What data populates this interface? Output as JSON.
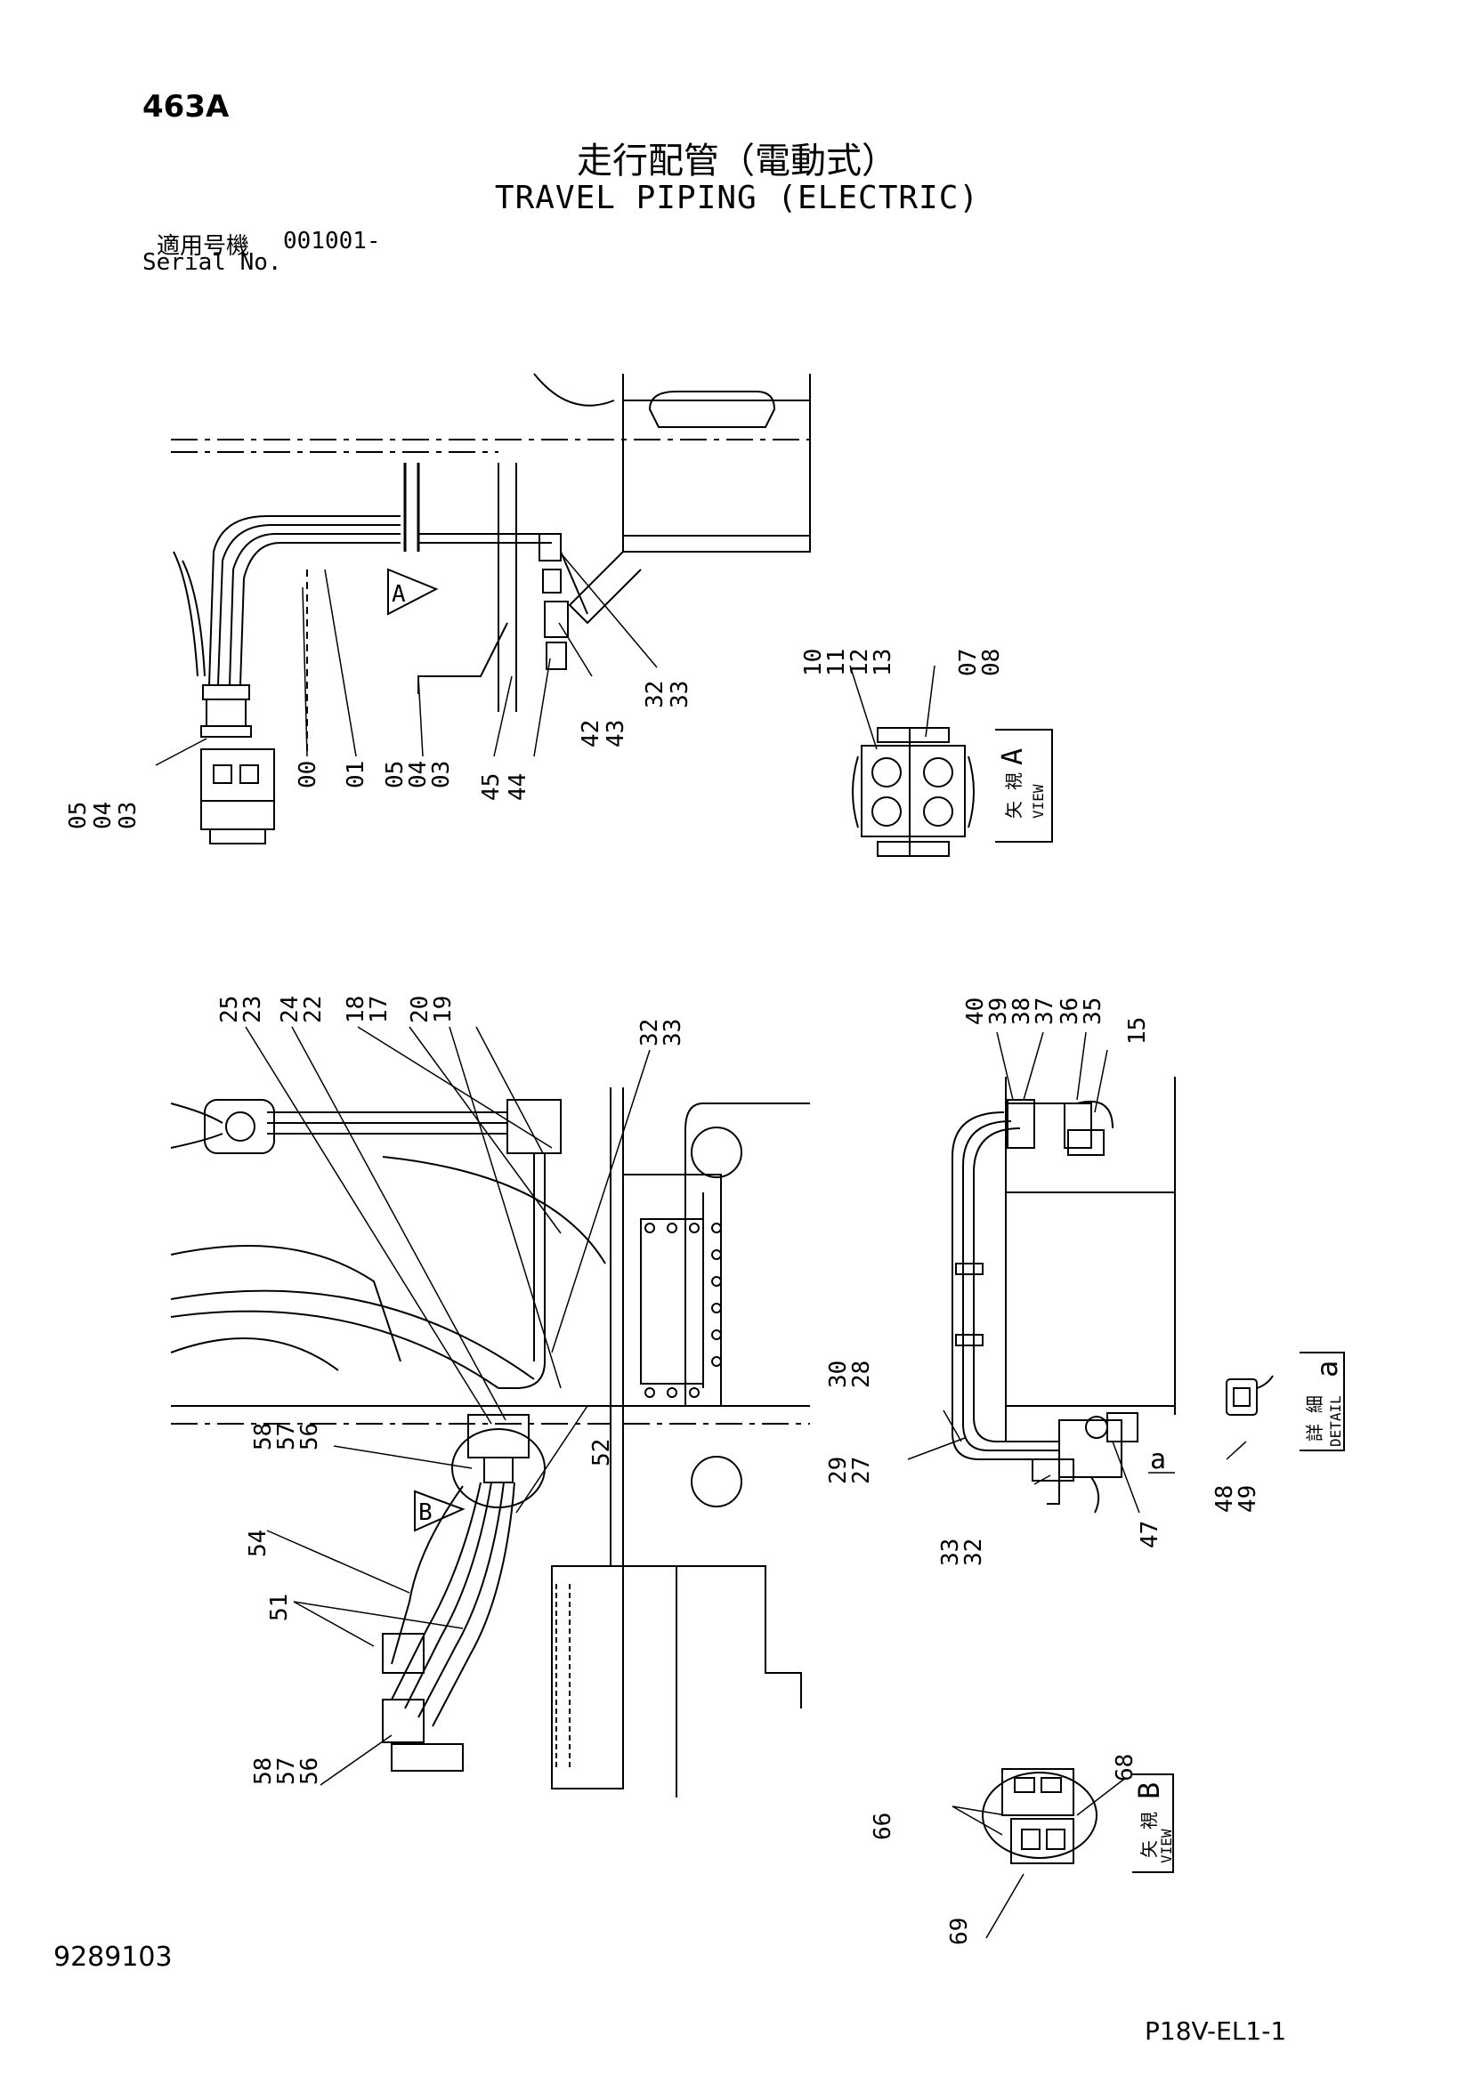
{
  "header": {
    "page_no": "463A",
    "title_jp": "走行配管（電動式）",
    "title_en": "TRAVEL PIPING (ELECTRIC)",
    "serial_label_jp": "適用号機",
    "serial_value": "001001-",
    "serial_label_en": "Serial No."
  },
  "footer": {
    "drawing_no": "9289103",
    "sheet_code": "P18V-EL1-1"
  },
  "views": {
    "view_a": {
      "jp": "矢 視",
      "en": "VIEW",
      "letter": "A"
    },
    "view_b": {
      "jp": "矢 視",
      "en": "VIEW",
      "letter": "B"
    },
    "detail_a": {
      "jp": "詳 細",
      "en": "DETAIL",
      "letter": "a"
    }
  },
  "markers": {
    "a_top": "A",
    "b_mid": "B",
    "a_small": "a"
  },
  "part_labels": {
    "upper_left": [
      "05",
      "04",
      "03"
    ],
    "upper_mid": [
      "00",
      "01",
      "05",
      "04",
      "03",
      "45",
      "44",
      "42",
      "43",
      "32",
      "33"
    ],
    "view_a": [
      "10",
      "11",
      "12",
      "13",
      "07",
      "08"
    ],
    "lower_top": [
      "25",
      "23",
      "24",
      "22",
      "18",
      "17",
      "20",
      "19",
      "32",
      "33"
    ],
    "lower_left": [
      "58",
      "57",
      "56",
      "54",
      "51",
      "58",
      "57",
      "56",
      "52"
    ],
    "right_top": [
      "40",
      "39",
      "38",
      "37",
      "36",
      "35",
      "15"
    ],
    "right_bottom": [
      "30",
      "28",
      "29",
      "27",
      "33",
      "32",
      "47",
      "48",
      "49"
    ],
    "view_b": [
      "66",
      "68",
      "69"
    ]
  }
}
